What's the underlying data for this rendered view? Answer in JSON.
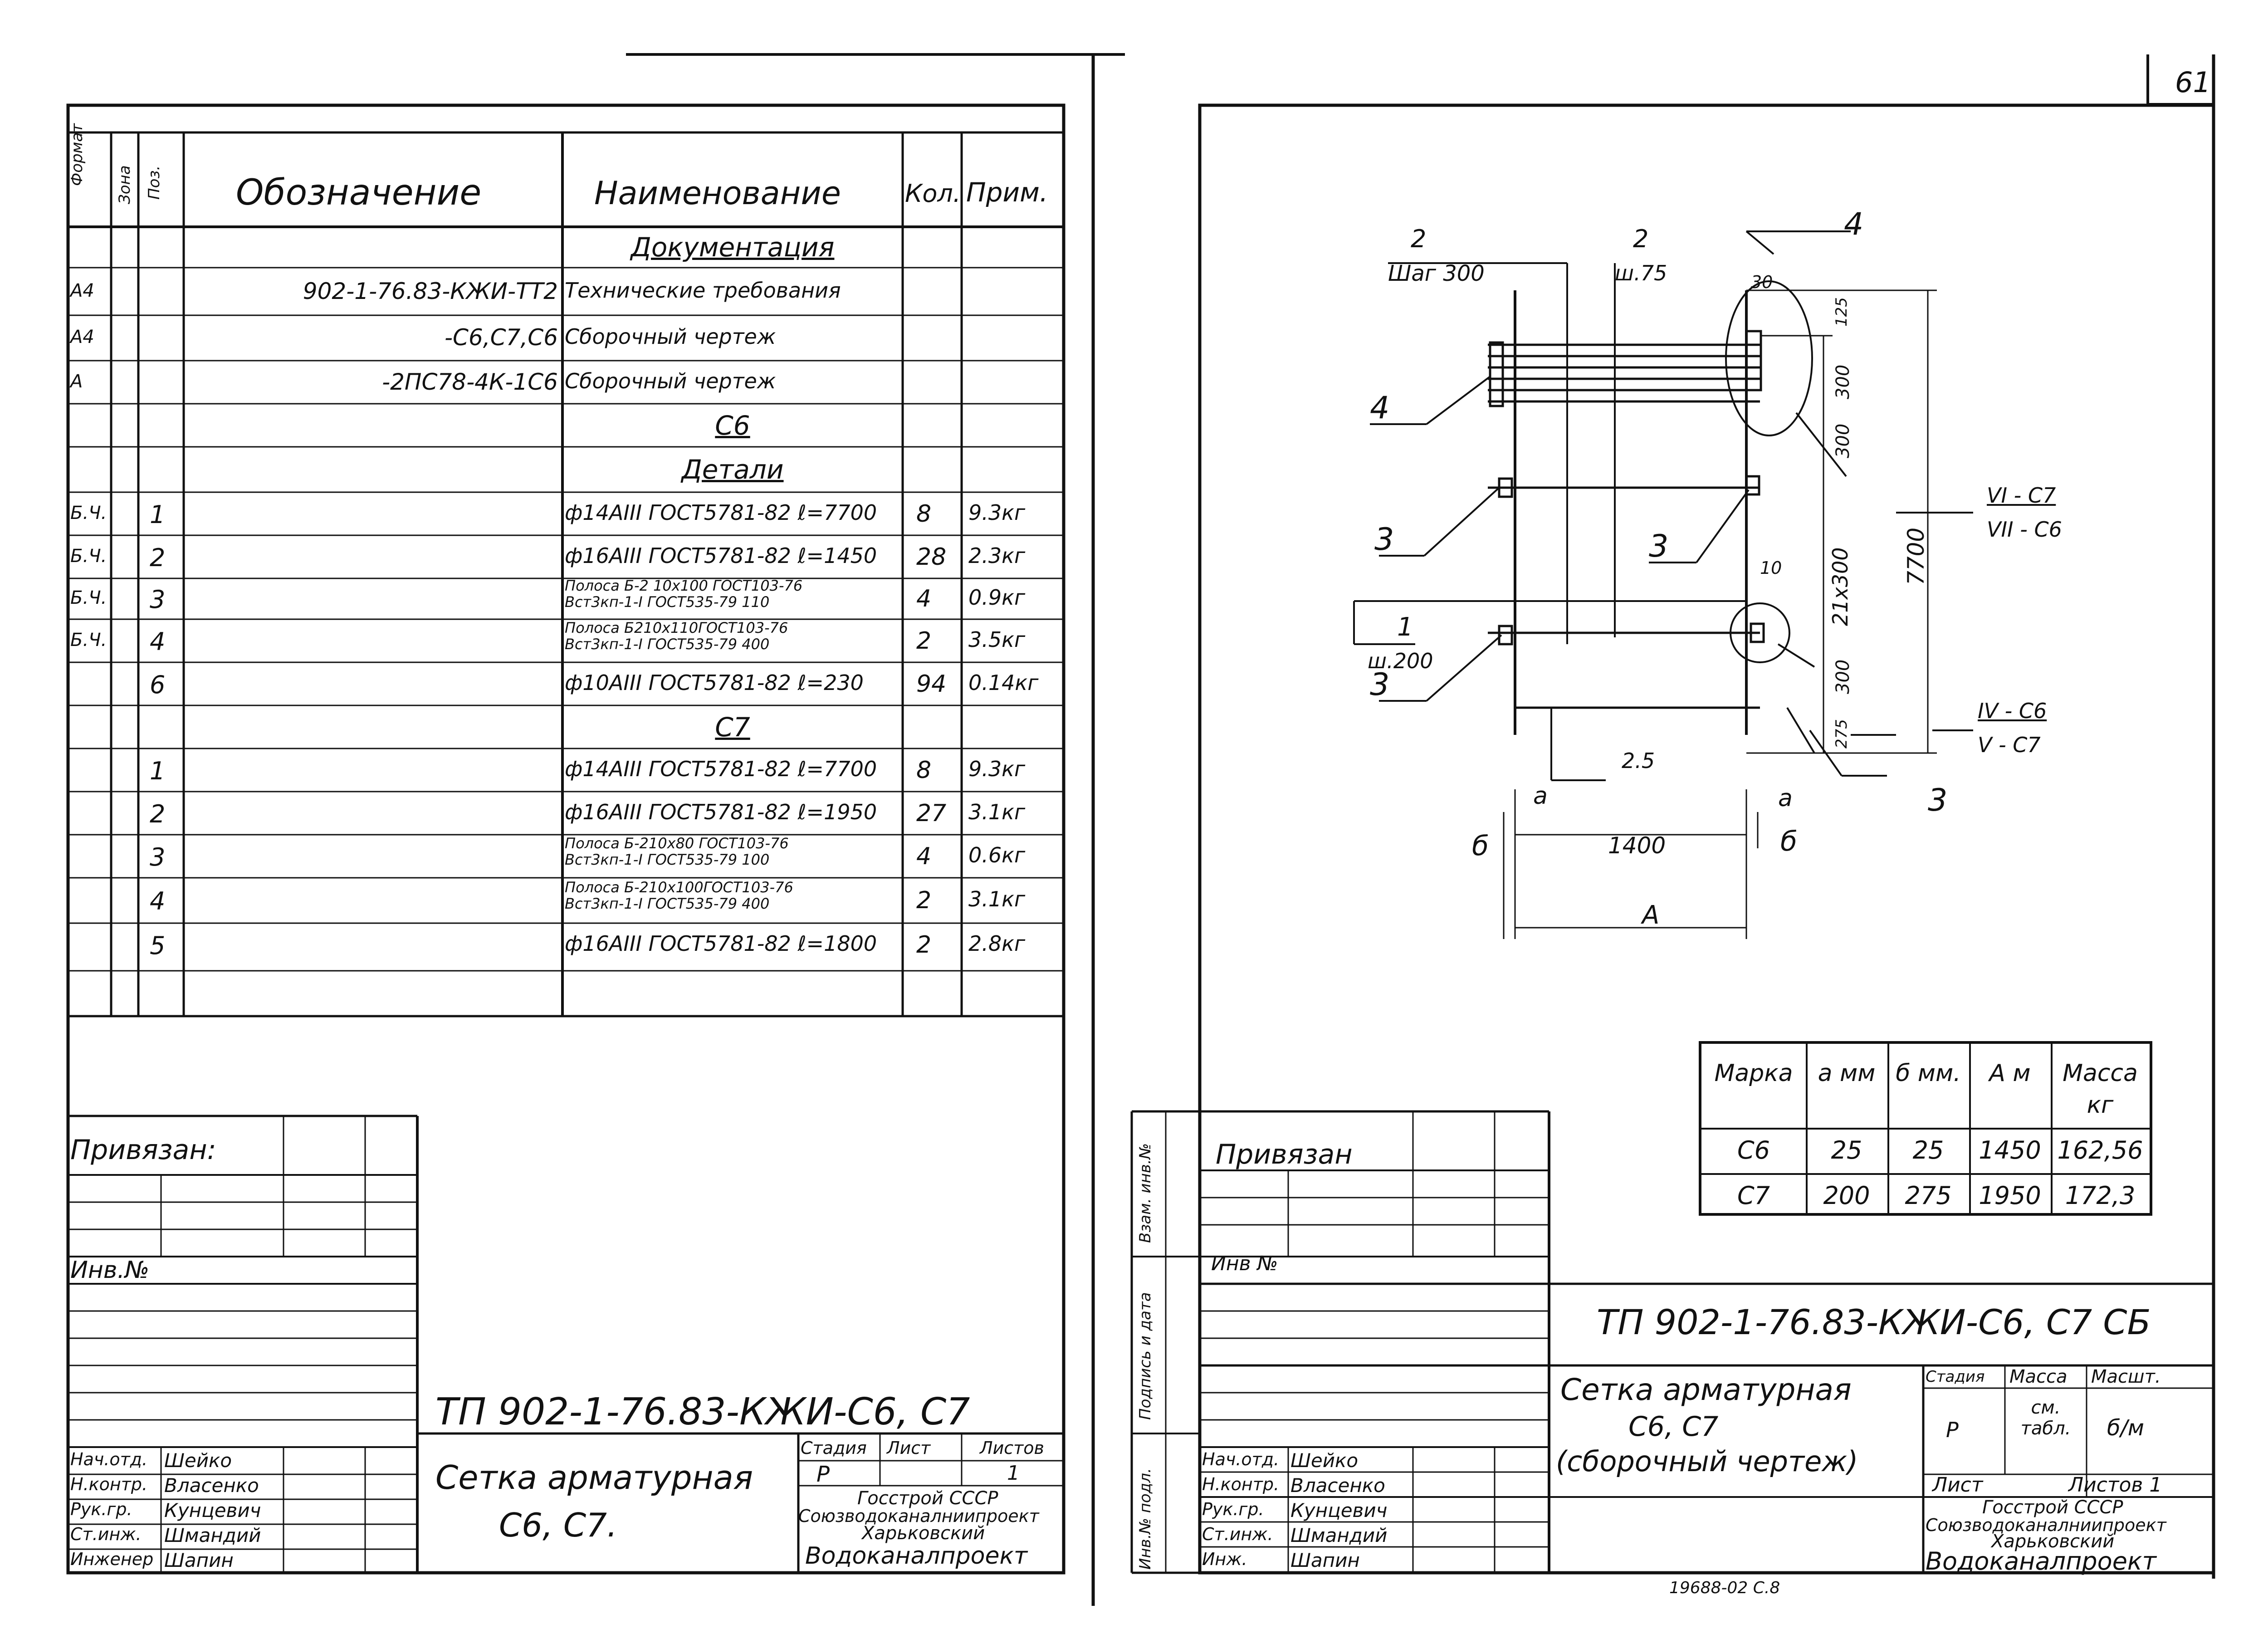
{
  "page_number": "61",
  "left_sheet": {
    "spec_headers": {
      "format": "Формат",
      "zone": "Зона",
      "pos": "Поз.",
      "designation": "Обозначение",
      "name": "Наименование",
      "qty": "Кол.",
      "note": "Прим."
    },
    "rows": [
      {
        "format": "",
        "pos": "",
        "designation": "",
        "name": "Документация",
        "qty": "",
        "note": "",
        "section": true
      },
      {
        "format": "А4",
        "pos": "",
        "designation": "902-1-76.83-КЖИ-ТТ2",
        "name": "Технические требования",
        "qty": "",
        "note": ""
      },
      {
        "format": "А4",
        "pos": "",
        "designation": "-С6,С7,С6",
        "name": "Сборочный чертеж",
        "qty": "",
        "note": ""
      },
      {
        "format": "А",
        "pos": "",
        "designation": "-2ПС78-4К-1С6",
        "name": "Сборочный чертеж",
        "qty": "",
        "note": ""
      },
      {
        "format": "",
        "pos": "",
        "designation": "",
        "name": "С6",
        "qty": "",
        "note": "",
        "section": true
      },
      {
        "format": "",
        "pos": "",
        "designation": "",
        "name": "Детали",
        "qty": "",
        "note": "",
        "section": true
      },
      {
        "format": "Б.Ч.",
        "pos": "1",
        "designation": "",
        "name": "ф14АIII ГОСТ5781-82 ℓ=7700",
        "qty": "8",
        "note": "9.3кг"
      },
      {
        "format": "Б.Ч.",
        "pos": "2",
        "designation": "",
        "name": "ф16АIII ГОСТ5781-82 ℓ=1450",
        "qty": "28",
        "note": "2.3кг"
      },
      {
        "format": "Б.Ч.",
        "pos": "3",
        "designation": "",
        "name": "Полоса Б-2 10х100 ГОСТ103-76 / Вст3кп-1-I ГОСТ535-79 110",
        "qty": "4",
        "note": "0.9кг"
      },
      {
        "format": "Б.Ч.",
        "pos": "4",
        "designation": "",
        "name": "Полоса Б210х110ГОСТ103-76 / Вст3кп-1-I ГОСТ535-79 400",
        "qty": "2",
        "note": "3.5кг"
      },
      {
        "format": "",
        "pos": "6",
        "designation": "",
        "name": "ф10АIII ГОСТ5781-82 ℓ=230",
        "qty": "94",
        "note": "0.14кг"
      },
      {
        "format": "",
        "pos": "",
        "designation": "",
        "name": "С7",
        "qty": "",
        "note": "",
        "section": true
      },
      {
        "format": "",
        "pos": "1",
        "designation": "",
        "name": "ф14АIII ГОСТ5781-82 ℓ=7700",
        "qty": "8",
        "note": "9.3кг"
      },
      {
        "format": "",
        "pos": "2",
        "designation": "",
        "name": "ф16АIII ГОСТ5781-82 ℓ=1950",
        "qty": "27",
        "note": "3.1кг"
      },
      {
        "format": "",
        "pos": "3",
        "designation": "",
        "name": "Полоса Б-210х80 ГОСТ103-76 / Вст3кп-1-I ГОСТ535-79 100",
        "qty": "4",
        "note": "0.6кг"
      },
      {
        "format": "",
        "pos": "4",
        "designation": "",
        "name": "Полоса Б-210х100ГОСТ103-76 / Вст3кп-1-I ГОСТ535-79 400",
        "qty": "2",
        "note": "3.1кг"
      },
      {
        "format": "",
        "pos": "5",
        "designation": "",
        "name": "ф16АIII ГОСТ5781-82 ℓ=1800",
        "qty": "2",
        "note": "2.8кг"
      }
    ],
    "privyazan": "Привязан:",
    "inv_no": "Инв.№",
    "title_code": "ТП 902-1-76.83-КЖИ-С6, С7",
    "title_name_1": "Сетка арматурная",
    "title_name_2": "С6, С7.",
    "stage_label": "Стадия",
    "sheet_label": "Лист",
    "sheets_label": "Листов",
    "stage_value": "Р",
    "sheets_value": "1",
    "org_1": "Госстрой СССР",
    "org_2": "Союзводоканалниипроект",
    "org_3": "Харьковский",
    "org_4": "Водоканалпроект",
    "signers": [
      {
        "role": "Нач.отд.",
        "name": "Шейко"
      },
      {
        "role": "Н.контр.",
        "name": "Власенко"
      },
      {
        "role": "Рук.гр.",
        "name": "Кунцевич"
      },
      {
        "role": "Ст.инж.",
        "name": "Шмандий"
      },
      {
        "role": "Инженер",
        "name": "Шапин"
      }
    ]
  },
  "right_sheet": {
    "side_labels": [
      "Взам. инв.№",
      "Подпись и дата",
      "Инв.№ подл."
    ],
    "drawing_labels": {
      "bar2_a": "2",
      "bar2_a_sub": "Шаг 300",
      "bar2_b": "2",
      "bar2_b_sub": "ш.75",
      "pos4_top": "4",
      "pos4_left": "4",
      "dim30": "30",
      "dim125": "125",
      "dim300a": "300",
      "dim300b": "300",
      "dim21x300": "21х300",
      "dim7700": "7700",
      "dim300c": "300",
      "dim275": "275",
      "dim10": "10",
      "sec_top_1": "VI - С7",
      "sec_top_2": "VII - С6",
      "sec_bot_1": "IV - С6",
      "sec_bot_2": "V - С7",
      "pos3_a": "3",
      "pos3_b": "3",
      "pos3_c": "3",
      "pos3_d": "3",
      "pos1": "1",
      "pos1_sub": "ш.200",
      "dim25": "2.5",
      "a_left": "а",
      "a_right": "а",
      "b_left": "б",
      "b_right": "б",
      "dim1400": "1400",
      "dimA": "А"
    },
    "mark_table": {
      "headers": [
        "Марка",
        "а мм",
        "б мм.",
        "А м",
        "Масса кг"
      ],
      "rows": [
        [
          "С6",
          "25",
          "25",
          "1450",
          "162,56"
        ],
        [
          "С7",
          "200",
          "275",
          "1950",
          "172,3"
        ]
      ]
    },
    "privyazan": "Привязан",
    "inv_no": "Инв №",
    "title_code": "ТП 902-1-76.83-КЖИ-С6, С7 СБ",
    "title_name_1": "Сетка арматурная",
    "title_name_2": "С6, С7",
    "title_name_3": "(сборочный чертеж)",
    "stage_label": "Стадия",
    "mass_label": "Масса",
    "scale_label": "Масшт.",
    "stage_value": "Р",
    "mass_value": "см. табл.",
    "scale_value": "б/м",
    "sheet_label": "Лист",
    "sheets_label": "Листов 1",
    "org_1": "Госстрой СССР",
    "org_2": "Союзводоканалниипроект",
    "org_3": "Харьковский",
    "org_4": "Водоканалпроект",
    "signers": [
      {
        "role": "Нач.отд.",
        "name": "Шейко"
      },
      {
        "role": "Н.контр.",
        "name": "Власенко"
      },
      {
        "role": "Рук.гр.",
        "name": "Кунцевич"
      },
      {
        "role": "Ст.инж.",
        "name": "Шмандий"
      },
      {
        "role": "Инж.",
        "name": "Шапин"
      }
    ],
    "bottom_stamp": "19688-02 С.8"
  }
}
